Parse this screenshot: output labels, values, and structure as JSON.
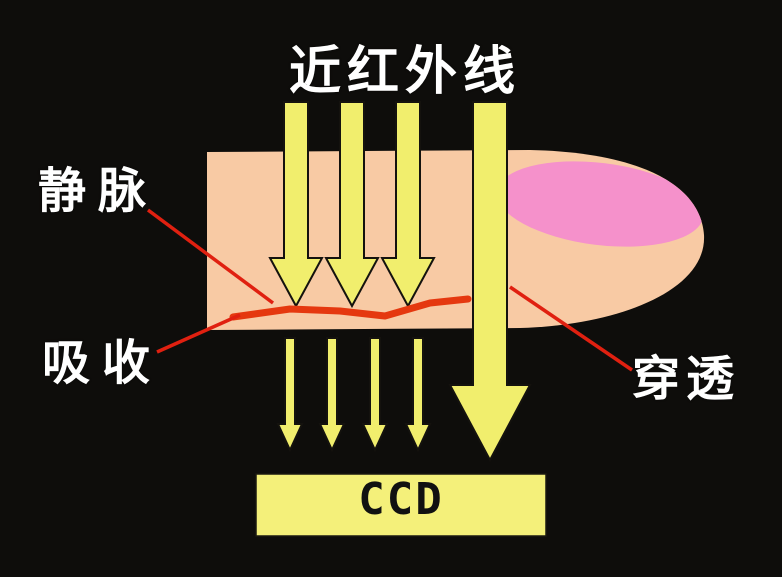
{
  "title": "近红外线",
  "labels": {
    "vein": "静脉",
    "absorb": "吸收",
    "penetrate": "穿透"
  },
  "sensor": {
    "label": "CCD"
  },
  "colors": {
    "background": "#0e0d0b",
    "arrow_yellow": "#f1ee6d",
    "finger_skin": "#f8caa4",
    "nail_pink": "#f591cb",
    "vein_red": "#e5380f",
    "pointer_red": "#e02010",
    "label_text": "#ffffff",
    "ccd_fill": "#f4f07a",
    "ccd_text": "#111111"
  }
}
